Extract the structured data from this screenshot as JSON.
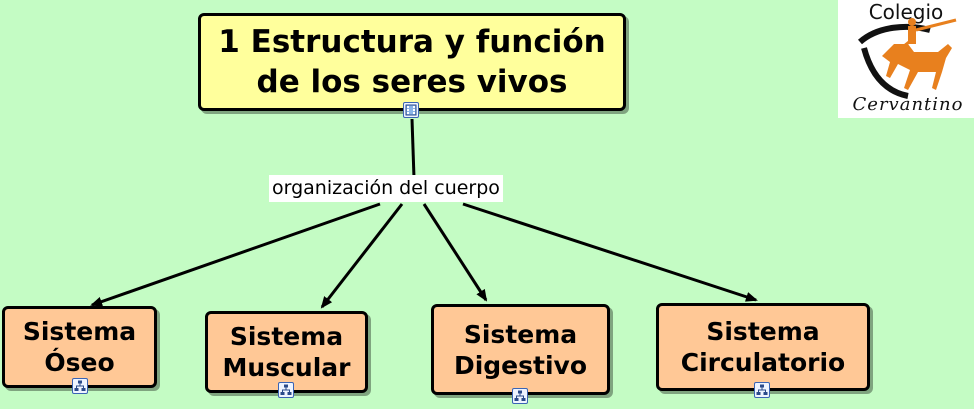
{
  "root": {
    "line1": "1 Estructura y función",
    "line2": "de los seres vivos"
  },
  "link_label": "organización del cuerpo",
  "children": [
    {
      "line1": "Sistema",
      "line2": "Óseo"
    },
    {
      "line1": "Sistema",
      "line2": "Muscular"
    },
    {
      "line1": "Sistema",
      "line2": "Digestivo"
    },
    {
      "line1": "Sistema",
      "line2": "Circulatorio"
    }
  ],
  "logo": {
    "top": "Colegio",
    "bottom": "Cervantino",
    "colors": {
      "horse": "#e8801e",
      "ink": "#111111"
    }
  },
  "icons": {
    "root": "film-resource-icon",
    "children": "concept-map-resource-icon"
  },
  "colors": {
    "background": "#c4fcc4",
    "root_fill": "#ffff9c",
    "child_fill": "#ffc896",
    "border": "#000000"
  }
}
